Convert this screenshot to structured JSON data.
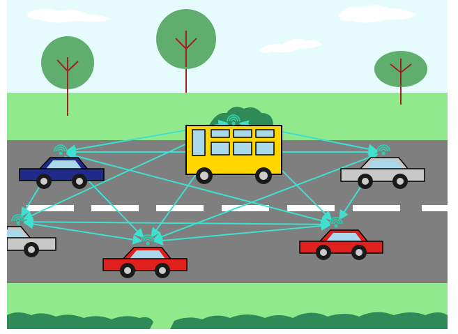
{
  "scene": {
    "type": "vehicular-network-illustration",
    "colors": {
      "sky": "#e6fbfb",
      "grass": "#90ea8c",
      "road": "#7f7f7f",
      "lane_marking": "#ffffff",
      "tree_canopy": "#5fae6e",
      "tree_trunk": "#a02020",
      "bush": "#2e8b57",
      "link": "#40e0d0",
      "wifi": "#33ccaa",
      "bus_body": "#ffd700",
      "window": "#a8d8ea"
    },
    "vehicles": [
      {
        "id": "bus",
        "kind": "bus",
        "color": "#ffd700"
      },
      {
        "id": "car-navy",
        "kind": "car",
        "color": "#1f2a8a"
      },
      {
        "id": "car-silver-right",
        "kind": "car",
        "color": "#c8c8c8"
      },
      {
        "id": "car-silver-left",
        "kind": "car",
        "color": "#c8c8c8"
      },
      {
        "id": "car-red-center",
        "kind": "car",
        "color": "#e0201c"
      },
      {
        "id": "car-red-right",
        "kind": "car",
        "color": "#e0201c"
      }
    ],
    "links": [
      [
        "bus",
        "car-navy"
      ],
      [
        "bus",
        "car-silver-right"
      ],
      [
        "bus",
        "car-silver-left"
      ],
      [
        "bus",
        "car-red-center"
      ],
      [
        "bus",
        "car-red-right"
      ],
      [
        "car-navy",
        "car-silver-right"
      ],
      [
        "car-navy",
        "car-silver-left"
      ],
      [
        "car-navy",
        "car-red-center"
      ],
      [
        "car-navy",
        "car-red-right"
      ],
      [
        "car-silver-right",
        "car-red-center"
      ],
      [
        "car-silver-right",
        "car-red-right"
      ],
      [
        "car-silver-left",
        "car-red-center"
      ],
      [
        "car-silver-left",
        "car-red-right"
      ],
      [
        "car-red-center",
        "car-red-right"
      ]
    ]
  }
}
